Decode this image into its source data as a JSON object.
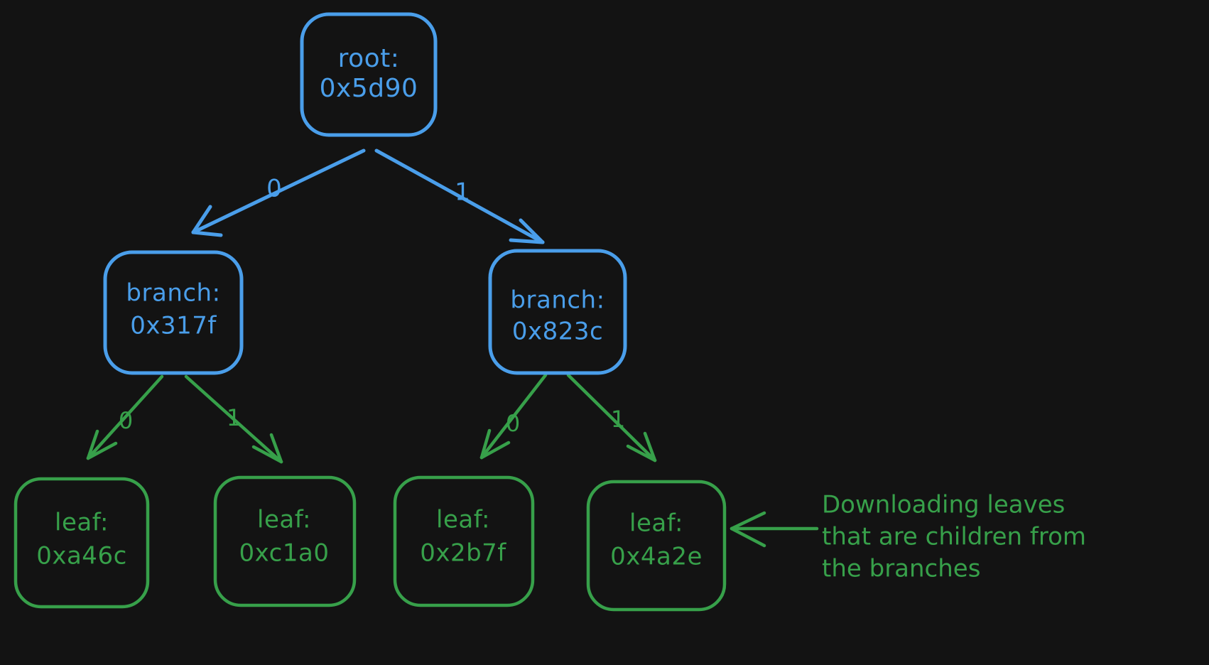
{
  "diagram": {
    "title": "Merkle tree leaf download diagram",
    "background_color": "#131313",
    "colors": {
      "blue": "#4a9eea",
      "green": "#37a04a"
    }
  },
  "nodes": {
    "root": {
      "kind": "root",
      "line1": "root:",
      "line2": "0x5d90",
      "color": "#4a9eea"
    },
    "branch_left": {
      "kind": "branch",
      "line1": "branch:",
      "line2": "0x317f",
      "color": "#4a9eea"
    },
    "branch_right": {
      "kind": "branch",
      "line1": "branch:",
      "line2": "0x823c",
      "color": "#4a9eea"
    },
    "leaf_1": {
      "kind": "leaf",
      "line1": "leaf:",
      "line2": "0xa46c",
      "color": "#37a04a"
    },
    "leaf_2": {
      "kind": "leaf",
      "line1": "leaf:",
      "line2": "0xc1a0",
      "color": "#37a04a"
    },
    "leaf_3": {
      "kind": "leaf",
      "line1": "leaf:",
      "line2": "0x2b7f",
      "color": "#37a04a"
    },
    "leaf_4": {
      "kind": "leaf",
      "line1": "leaf:",
      "line2": "0x4a2e",
      "color": "#37a04a"
    }
  },
  "edges": {
    "root_to_branch_left": {
      "label": "0",
      "color": "#4a9eea"
    },
    "root_to_branch_right": {
      "label": "1",
      "color": "#4a9eea"
    },
    "branch_left_to_leaf_1": {
      "label": "0",
      "color": "#37a04a"
    },
    "branch_left_to_leaf_2": {
      "label": "1",
      "color": "#37a04a"
    },
    "branch_right_to_leaf_3": {
      "label": "0",
      "color": "#37a04a"
    },
    "branch_right_to_leaf_4": {
      "label": "1",
      "color": "#37a04a"
    }
  },
  "annotation": {
    "color": "#37a04a",
    "line1": "Downloading leaves",
    "line2": "that are children from",
    "line3": "the branches"
  }
}
